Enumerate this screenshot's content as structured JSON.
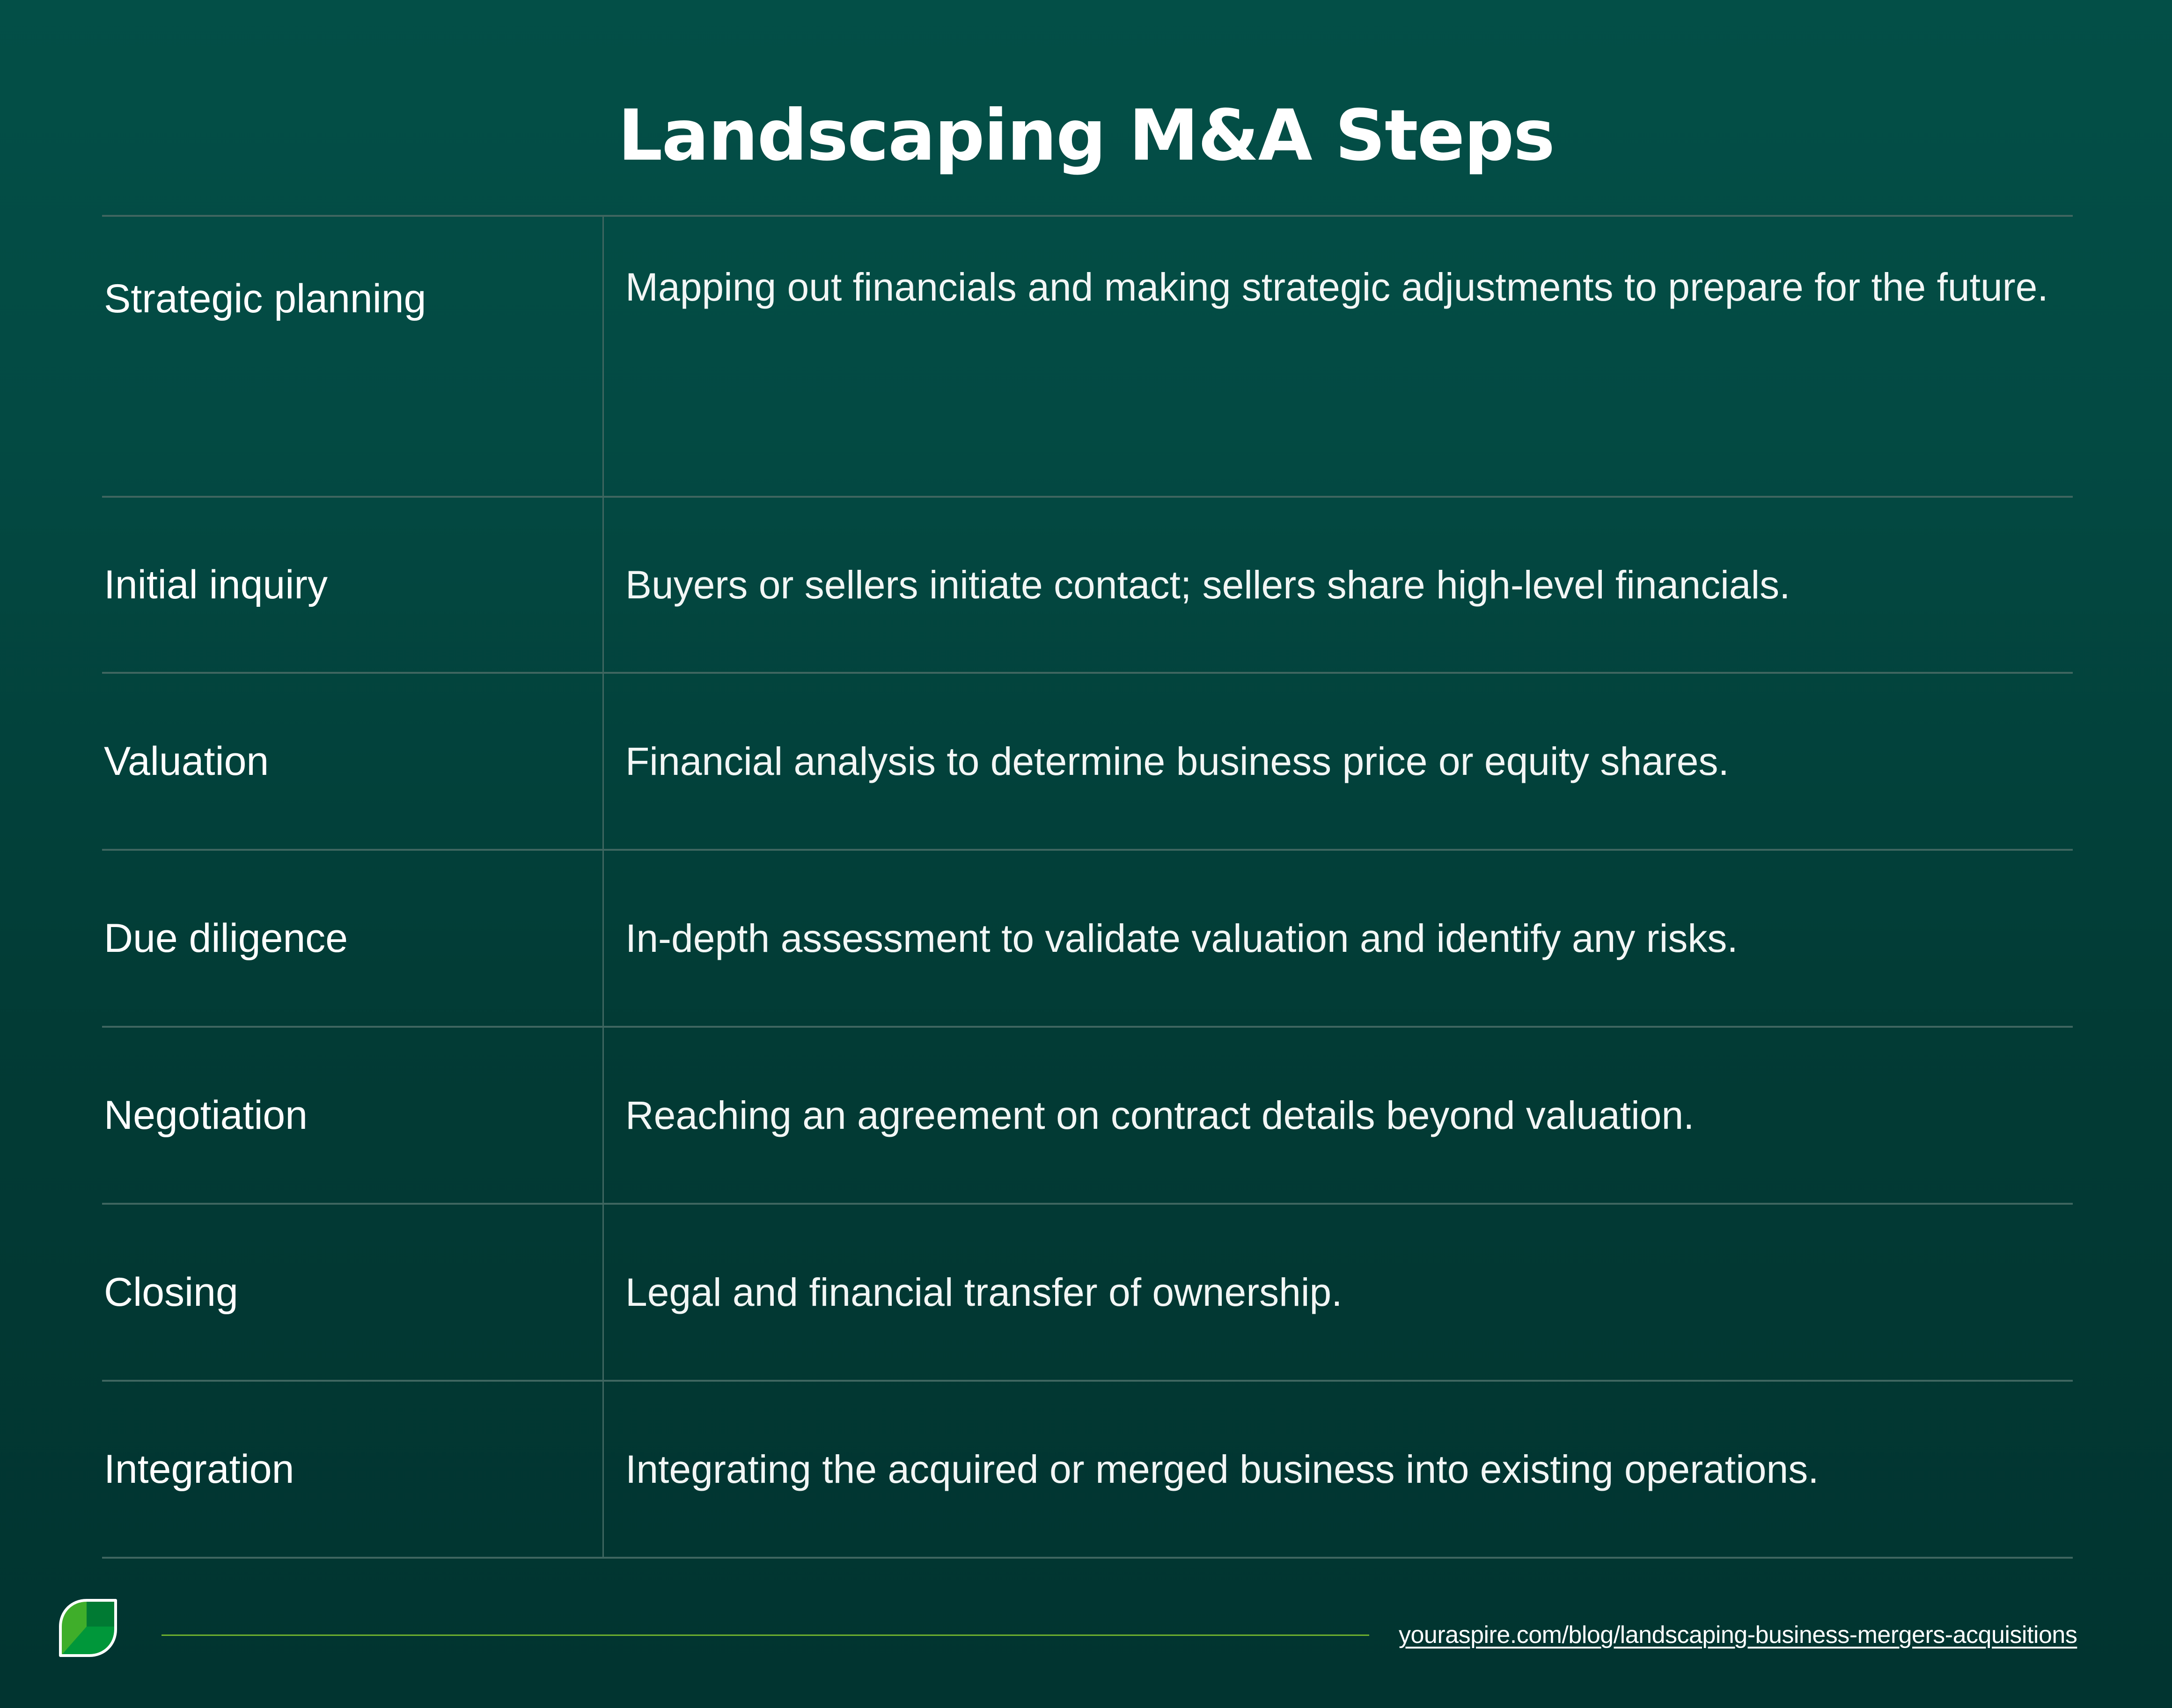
{
  "title": "Landscaping M&A Steps",
  "steps": [
    {
      "name": "Strategic planning",
      "description": "Mapping out financials and making strategic adjustments to prepare for the future."
    },
    {
      "name": "Initial inquiry",
      "description": "Buyers or sellers initiate contact; sellers share high-level financials."
    },
    {
      "name": "Valuation",
      "description": "Financial analysis to determine business price or equity shares."
    },
    {
      "name": "Due diligence",
      "description": "In-depth assessment to validate valuation and identify any risks."
    },
    {
      "name": "Negotiation",
      "description": "Reaching an agreement on contract details beyond valuation."
    },
    {
      "name": "Closing",
      "description": "Legal and financial transfer of ownership."
    },
    {
      "name": "Integration",
      "description": "Integrating the acquired or merged business into existing operations."
    }
  ],
  "footer": {
    "logo_icon": "aspire-leaf-logo-icon",
    "url": "youraspire.com/blog/landscaping-business-mergers-acquisitions"
  },
  "colors": {
    "background_top": "#034f47",
    "background_bottom": "#013430",
    "divider": "#3f6660",
    "accent_line": "#6fb12e",
    "logo_light_green": "#3fae2a",
    "logo_dark_green": "#007a33",
    "logo_mid_green": "#00973a"
  }
}
